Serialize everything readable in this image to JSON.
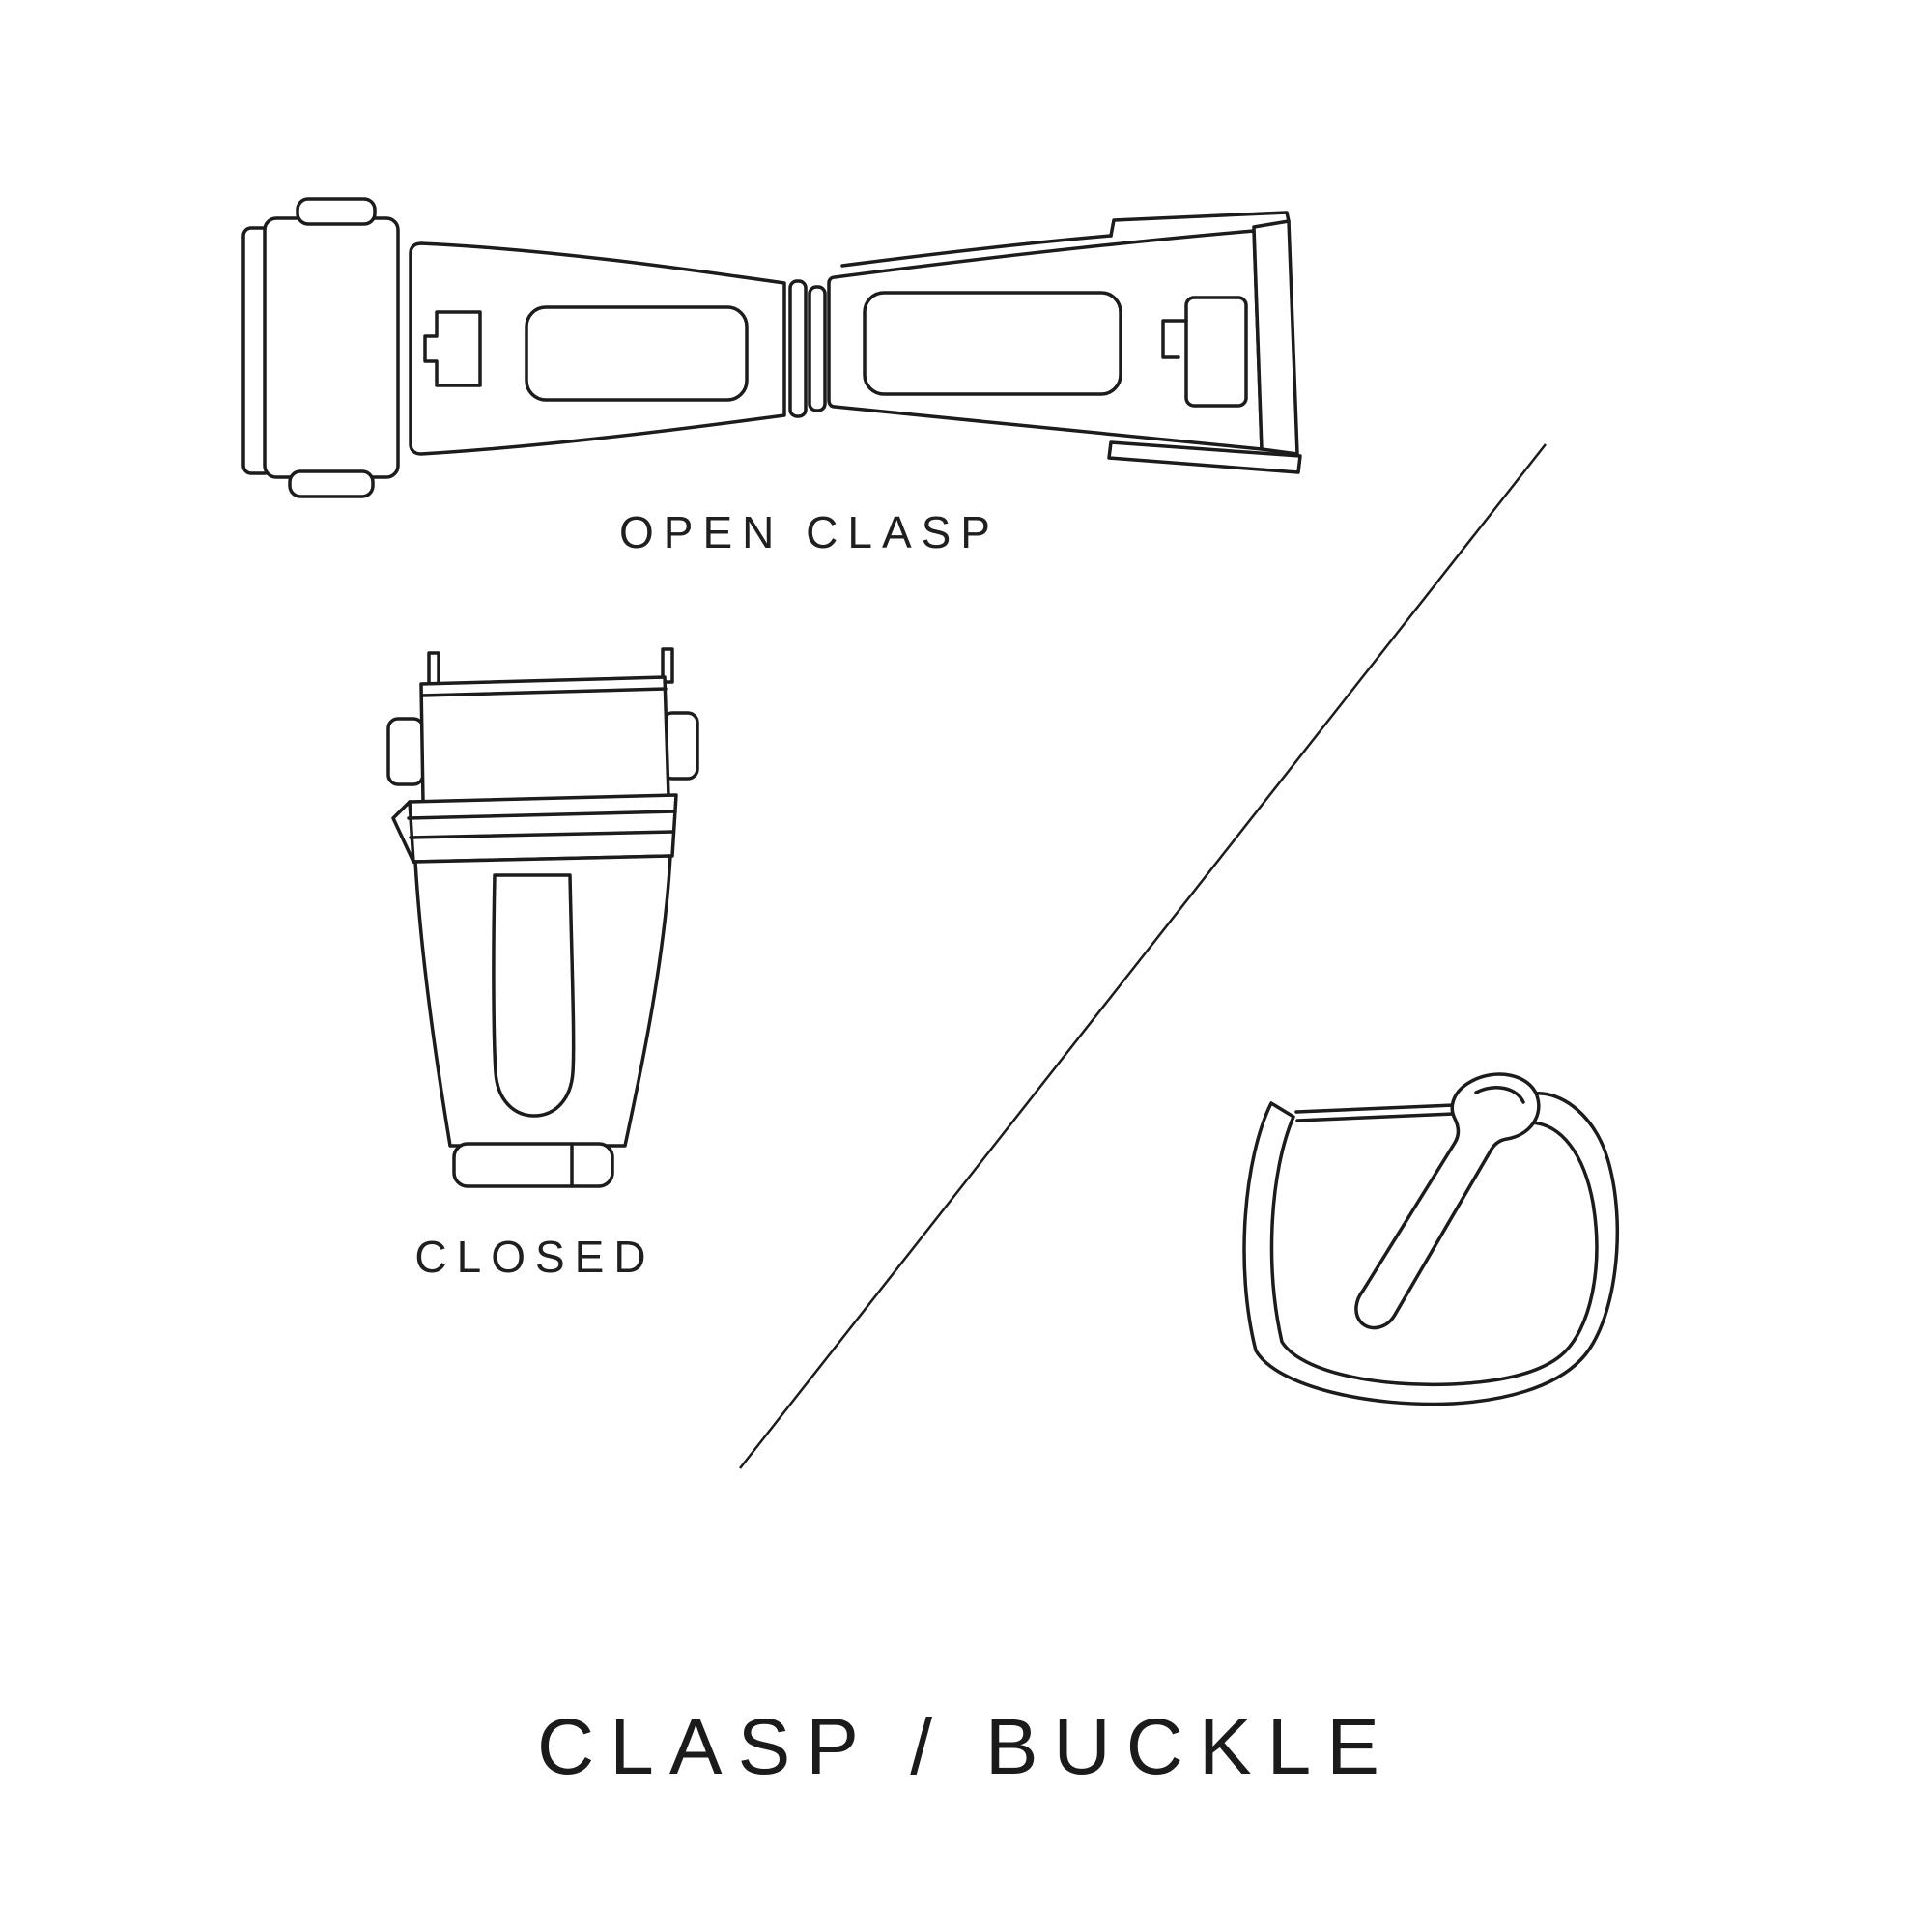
{
  "colors": {
    "background": "#ffffff",
    "line": "#1c1c1c",
    "text": "#1f1f1f"
  },
  "labels": {
    "open_clasp": "OPEN CLASP",
    "closed": "CLOSED",
    "title": "CLASP / BUCKLE"
  },
  "figures": [
    {
      "name": "open-clasp-illustration",
      "caption": "OPEN CLASP"
    },
    {
      "name": "closed-clasp-illustration",
      "caption": "CLOSED"
    },
    {
      "name": "tang-buckle-illustration",
      "caption": ""
    }
  ]
}
